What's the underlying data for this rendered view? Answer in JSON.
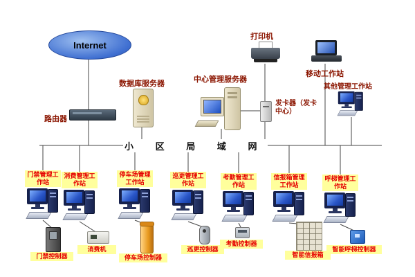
{
  "diagram": {
    "internet_label": "Internet",
    "router_label": "路由器",
    "db_server_label": "数据库服务器",
    "center_server_label": "中心管理服务器",
    "printer_label": "打印机",
    "card_issuer_label": "发卡器（发卡中心）",
    "mobile_ws_label": "移动工作站",
    "other_ws_label": "其他管理工作站",
    "bus_label": "小 区 局 域 网",
    "workstations": [
      {
        "label": "门禁管理工作站",
        "device": "门禁控制器"
      },
      {
        "label": "消费管理工作站",
        "device": "消费机"
      },
      {
        "label": "停车场管理工作站",
        "device": "停车场控制器"
      },
      {
        "label": "巡更管理工作站",
        "device": "巡更控制器"
      },
      {
        "label": "考勤管理工作站",
        "device": "考勤控制器"
      },
      {
        "label": "信报箱管理工作站",
        "device": "智能信报箱"
      },
      {
        "label": "呼梯管理工作站",
        "device": "智能呼梯控制器"
      }
    ],
    "colors": {
      "workstation_label_text": "#e60000",
      "workstation_label_bg": "#ffff9c",
      "top_label_text": "#8b1500",
      "internet_fill": "#3f6fd1",
      "wire": "#444444"
    }
  }
}
